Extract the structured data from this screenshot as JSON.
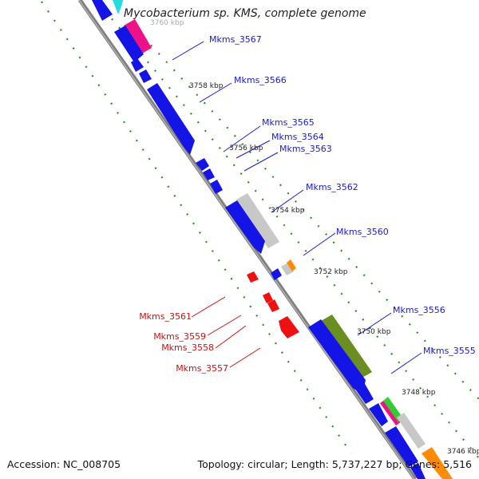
{
  "title": "Mycobacterium sp. KMS, complete genome",
  "footer": {
    "accession": "Accession: NC_008705",
    "summary": "Topology: circular; Length: 5,737,227 bp; Genes: 5,516"
  },
  "colors": {
    "forward_gene": "#1414e6",
    "reverse_gene": "#ee1111",
    "gray_feature": "#c8c8c8",
    "olive_feature": "#6b8e23",
    "pink_feature": "#ee1188",
    "orange_feature": "#ff8c00",
    "cyan_feature": "#22dddd",
    "tick_dot": "#2e8b2e",
    "axis_line": "#808080",
    "forward_label": "#1a1acc",
    "reverse_label": "#cc1111"
  },
  "scale_labels": [
    "3760 kbp",
    "3758 kbp",
    "3756 kbp",
    "3754 kbp",
    "3752 kbp",
    "3750 kbp",
    "3748 kbp",
    "3746 kbp"
  ],
  "forward_labels": [
    "Mkms_3567",
    "Mkms_3566",
    "Mkms_3565",
    "Mkms_3564",
    "Mkms_3563",
    "Mkms_3562",
    "Mkms_3560",
    "Mkms_3556",
    "Mkms_3555"
  ],
  "reverse_labels": [
    "Mkms_3561",
    "Mkms_3559",
    "Mkms_3558",
    "Mkms_3557"
  ]
}
